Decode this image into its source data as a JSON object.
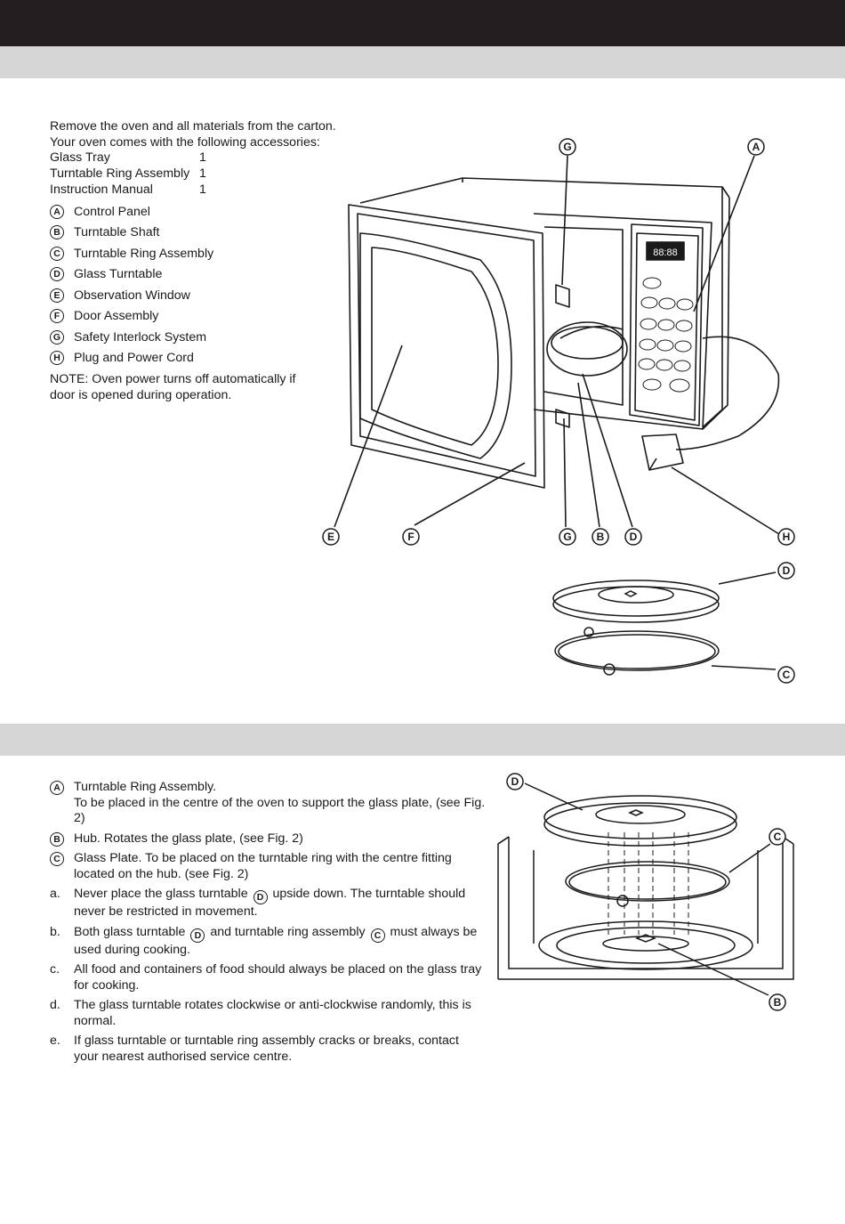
{
  "intro": {
    "line1": "Remove the oven and all materials from the carton.",
    "line2": "Your oven comes with the following accessories:"
  },
  "accessories": [
    {
      "name": "Glass Tray",
      "qty": "1"
    },
    {
      "name": "Turntable Ring Assembly",
      "qty": "1"
    },
    {
      "name": "Instruction Manual",
      "qty": "1"
    }
  ],
  "parts": [
    {
      "letter": "A",
      "label": "Control Panel"
    },
    {
      "letter": "B",
      "label": "Turntable Shaft"
    },
    {
      "letter": "C",
      "label": "Turntable Ring Assembly"
    },
    {
      "letter": "D",
      "label": "Glass Turntable"
    },
    {
      "letter": "E",
      "label": "Observation Window"
    },
    {
      "letter": "F",
      "label": "Door Assembly"
    },
    {
      "letter": "G",
      "label": "Safety Interlock System"
    },
    {
      "letter": "H",
      "label": "Plug and Power Cord"
    }
  ],
  "note": "NOTE: Oven power turns off automatically if door is opened during operation.",
  "display": "88:88",
  "callouts": {
    "g_top": "G",
    "a_top": "A",
    "e": "E",
    "f": "F",
    "g_bottom": "G",
    "b": "B",
    "d": "D",
    "h": "H",
    "tray_d": "D",
    "ring_c": "C",
    "fig2_d": "D",
    "fig2_c": "C",
    "fig2_b": "B"
  },
  "section2": {
    "items": [
      {
        "lead": "A",
        "text": "Turntable Ring Assembly.",
        "text2": "To be placed in the centre of the oven to support the glass plate, (see Fig. 2)"
      },
      {
        "lead": "B",
        "text": "Hub. Rotates the glass plate, (see Fig. 2)"
      },
      {
        "lead": "C",
        "text": "Glass Plate. To be placed on the turntable ring with the centre fitting located on the hub. (see Fig. 2)"
      }
    ],
    "a_pre": "Never place the glass turntable",
    "a_post": "upside down. The turntable should never be restricted in movement.",
    "b_pre": "Both glass turntable",
    "b_mid": "and turntable ring assembly",
    "b_post": "must always be used during cooking.",
    "c_text": "All food and containers of food should always be placed on the glass tray for cooking.",
    "d_text": "The glass turntable rotates clockwise or anti-clockwise randomly, this is normal.",
    "e_text": "If glass turntable  or turntable ring assembly cracks or breaks, contact your nearest authorised service centre.",
    "letters": {
      "a": "a.",
      "b": "b.",
      "c": "c.",
      "d": "d.",
      "e": "e."
    },
    "refs": {
      "d1": "D",
      "d2": "D",
      "c2": "C"
    }
  }
}
